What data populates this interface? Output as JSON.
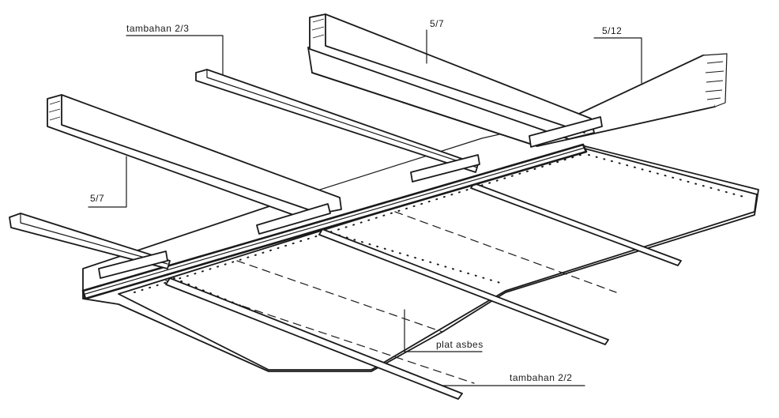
{
  "labels": {
    "tambahan_top": "tambahan 2/3",
    "tambahan_bottom": "tambahan 2/2",
    "balok_5_7_top": "5/7",
    "balok_5_7_left": "5/7",
    "balok_5_12": "5/12",
    "plat_asbes": "plat asbes"
  }
}
